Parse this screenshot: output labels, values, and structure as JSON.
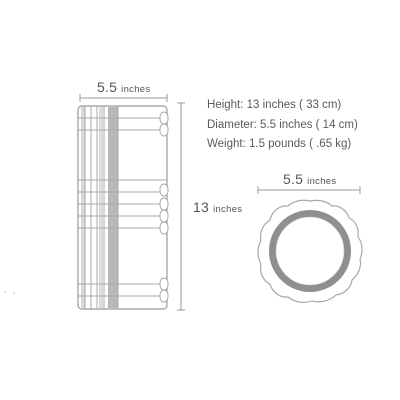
{
  "labels": {
    "roller_width_value": "5.5",
    "roller_width_unit": "inches",
    "roller_height_value": "13",
    "roller_height_unit": "inches",
    "end_diameter_value": "5.5",
    "end_diameter_unit": "inches"
  },
  "specs": [
    "Height: 13 inches ( 33 cm)",
    "Diameter: 5.5 inches ( 14 cm)",
    "Weight:  1.5 pounds ( .65 kg)"
  ],
  "colors": {
    "outline": "#a8a8a8",
    "shadow": "#b4b4b4",
    "inner_ring": "#8f8f8f",
    "dimension_line": "#9a9a9a"
  }
}
